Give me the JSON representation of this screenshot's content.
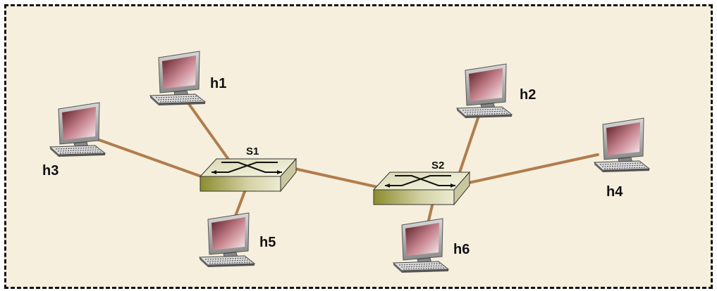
{
  "diagram": {
    "hosts": [
      {
        "id": "h1",
        "label": "h1"
      },
      {
        "id": "h2",
        "label": "h2"
      },
      {
        "id": "h3",
        "label": "h3"
      },
      {
        "id": "h4",
        "label": "h4"
      },
      {
        "id": "h5",
        "label": "h5"
      },
      {
        "id": "h6",
        "label": "h6"
      }
    ],
    "switches": [
      {
        "id": "s1",
        "label": "S1"
      },
      {
        "id": "s2",
        "label": "S2"
      }
    ],
    "links": [
      [
        "h1",
        "s1"
      ],
      [
        "h3",
        "s1"
      ],
      [
        "h5",
        "s1"
      ],
      [
        "s1",
        "s2"
      ],
      [
        "h2",
        "s2"
      ],
      [
        "h4",
        "s2"
      ],
      [
        "h6",
        "s2"
      ]
    ],
    "colors": {
      "background": "#f6efdd",
      "link": "#b07d4e",
      "border": "#111111",
      "switch_top": "#f2f0d0",
      "switch_side": "#9a9a3c"
    }
  }
}
